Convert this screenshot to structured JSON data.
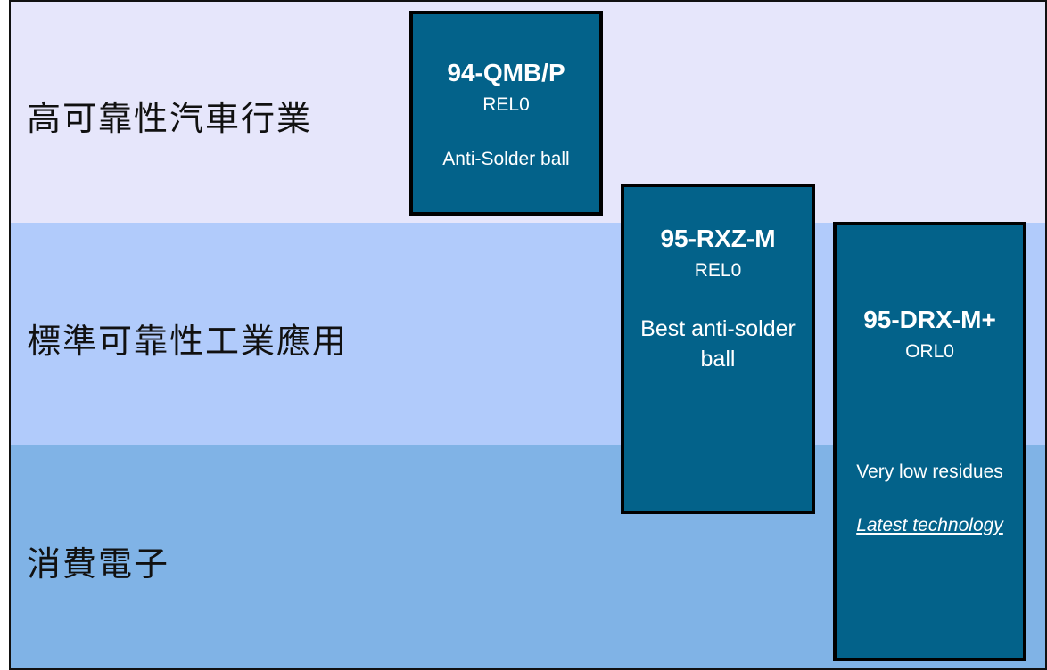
{
  "segments": [
    {
      "label": "高可靠性汽車行業"
    },
    {
      "label": "標準可靠性工業應用"
    },
    {
      "label": "消費電子"
    }
  ],
  "products": [
    {
      "code": "94-QMB/P",
      "grade": "REL0",
      "features": [
        "Anti-Solder ball"
      ]
    },
    {
      "code": "95-RXZ-M",
      "grade": "REL0",
      "features": [
        "Best  anti-solder ball"
      ]
    },
    {
      "code": "95-DRX-M+",
      "grade": "ORL0",
      "features": [
        "Very low residues",
        "Latest technology"
      ]
    }
  ],
  "colors": {
    "band_top": "#e6e6fb",
    "band_middle": "#b1cbfb",
    "band_bottom": "#80b3e6",
    "product_box": "#03628a"
  }
}
